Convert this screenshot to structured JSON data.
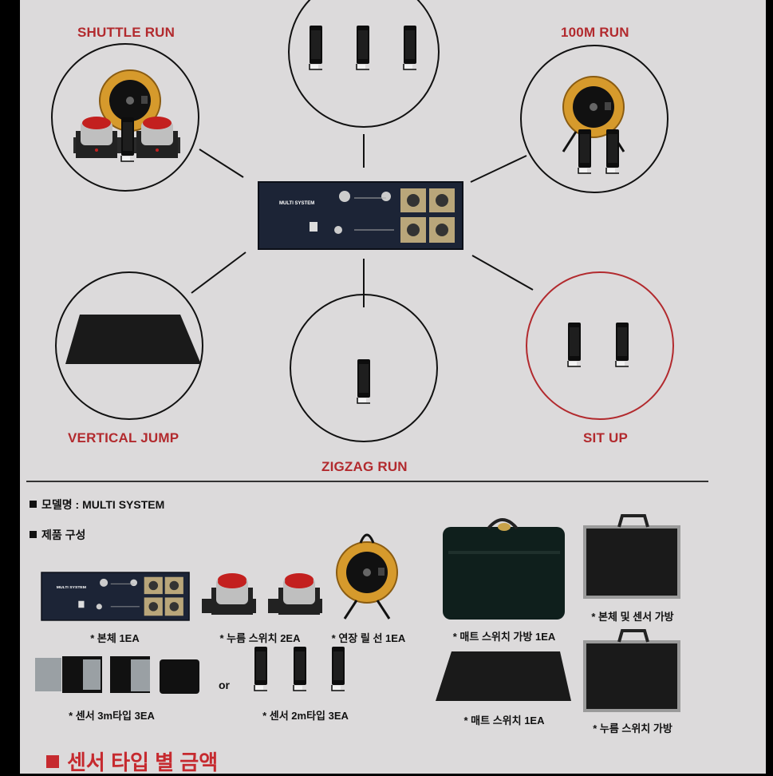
{
  "diagram": {
    "center_device_label": "MULTI SYSTEM",
    "modes": {
      "shuttle_run": "SHUTTLE RUN",
      "hundred_m_run": "100M RUN",
      "vertical_jump": "VERTICAL JUMP",
      "zigzag_run": "ZIGZAG RUN",
      "sit_up": "SIT UP"
    }
  },
  "specs": {
    "model": "모델명 : MULTI SYSTEM",
    "components_heading": "제품 구성"
  },
  "components": {
    "body": "* 본체 1EA",
    "push_switch": "* 누름 스위치 2EA",
    "extension_reel": "* 연장 릴 선 1EA",
    "mat_switch_bag": "* 매트 스위치 가방 1EA",
    "body_sensor_bag": "* 본체 및 센서 가방",
    "sensor_3m": "* 센서 3m타입 3EA",
    "or_text": "or",
    "sensor_2m": "* 센서 2m타입 3EA",
    "mat_switch": "* 매트 스위치 1EA",
    "push_switch_bag": "* 누름 스위치 가방"
  },
  "price_heading": "센서 타입 별 금액",
  "colors": {
    "accent_red": "#b22a2e",
    "panel_bg": "#dcdadb",
    "device_navy": "#1c2436",
    "reel_orange": "#d69a2c"
  }
}
